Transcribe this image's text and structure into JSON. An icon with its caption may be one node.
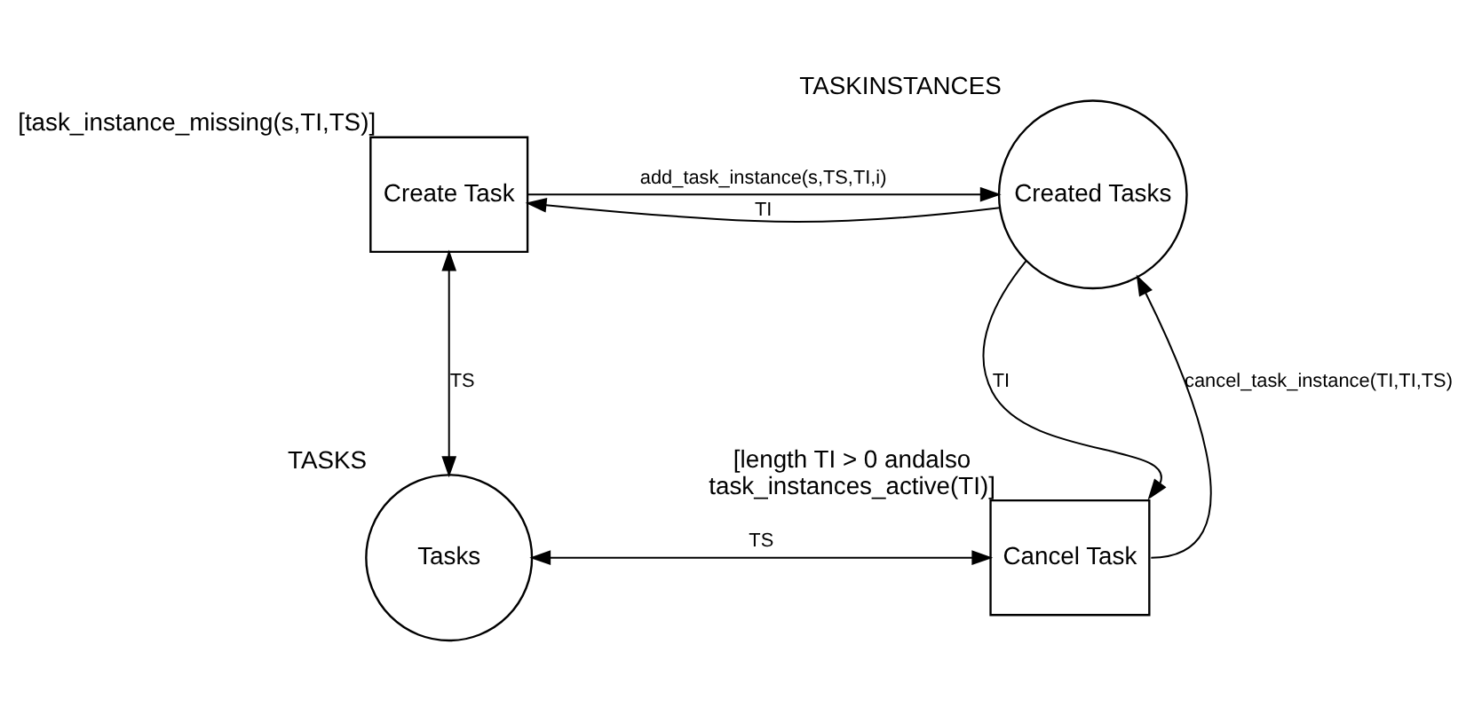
{
  "diagram": {
    "nodes": [
      {
        "text": [
          "Create Task"
        ],
        "beside": [
          "[task_instance_missing(s,TI,TS)]"
        ]
      },
      {
        "text": [
          "Created Tasks"
        ],
        "beside": [
          "TASKINSTANCES"
        ]
      },
      {
        "text": [
          "Tasks"
        ],
        "beside": [
          "TASKS"
        ]
      },
      {
        "text": [
          "Cancel Task"
        ],
        "beside": [
          "[length TI > 0 andalso task_instances_active(TI)]"
        ]
      }
    ],
    "edges": [
      {
        "from": 0,
        "to": 1,
        "arrow": "to",
        "label": "add_task_instance(s,TS,TI,i)"
      },
      {
        "from": 1,
        "to": 0,
        "arrow": "to",
        "label": "TI"
      },
      {
        "from": 0,
        "to": 2,
        "arrow": "both",
        "label": "TS"
      },
      {
        "from": 2,
        "to": 3,
        "arrow": "both",
        "label": "TS"
      },
      {
        "from": 1,
        "to": 3,
        "arrow": "to",
        "label": "TI"
      },
      {
        "from": 3,
        "to": 1,
        "arrow": "to",
        "label": "cancel_task_instance(TI,TI,TS)"
      }
    ]
  }
}
